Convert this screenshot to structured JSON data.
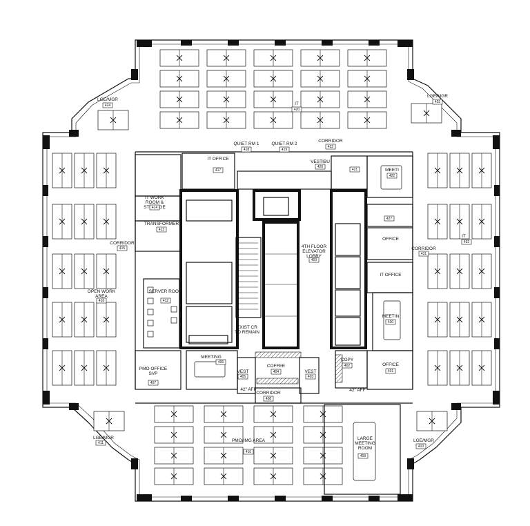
{
  "plan": {
    "rooms": [
      {
        "id": "quiet1",
        "name": "QUIET RM 1",
        "number": "418"
      },
      {
        "id": "quiet2",
        "name": "QUIET RM 2",
        "number": "419"
      },
      {
        "id": "it",
        "name": "IT",
        "number": "420"
      },
      {
        "id": "corridor_top",
        "name": "CORRIDOR",
        "number": "422"
      },
      {
        "id": "lgemgr_tl",
        "name": "LGE/MGR",
        "number": "424"
      },
      {
        "id": "lgemgr_tr",
        "name": "LGE/MGR",
        "number": "425"
      },
      {
        "id": "it_office",
        "name": "IT OFFICE",
        "number": "417"
      },
      {
        "id": "vestibule_top",
        "name": "VESTIBU",
        "number": "420"
      },
      {
        "id": "room_421",
        "name": "",
        "number": "421"
      },
      {
        "id": "meeting_422",
        "name": "MEETI",
        "number": "422"
      },
      {
        "id": "it_workroom",
        "name": "IT WORK ROOM & STORAGE",
        "number": "414"
      },
      {
        "id": "transformer",
        "name": "TRANSFORMER",
        "number": "413"
      },
      {
        "id": "corridor_left",
        "name": "CORRIDOR",
        "number": "415"
      },
      {
        "id": "open_work",
        "name": "OPEN WORK AREA",
        "number": "416"
      },
      {
        "id": "server",
        "name": "SERVER ROOM",
        "number": "412"
      },
      {
        "id": "lobby",
        "name": "4TH FLOOR ELEVATOR LOBBY",
        "number": "400"
      },
      {
        "id": "room_427",
        "name": "",
        "number": "427"
      },
      {
        "id": "office_right",
        "name": "OFFICE",
        "number": ""
      },
      {
        "id": "corridor_right",
        "name": "CORRIDOR",
        "number": "431"
      },
      {
        "id": "it_right",
        "name": "IT",
        "number": "432"
      },
      {
        "id": "it_office_right",
        "name": "IT OFFICE",
        "number": ""
      },
      {
        "id": "meeting_430",
        "name": "MEETIN",
        "number": "430"
      },
      {
        "id": "meeting_406",
        "name": "MEETING",
        "number": "406"
      },
      {
        "id": "exist_cr",
        "name": "EXIST CR TO REMAIN",
        "number": ""
      },
      {
        "id": "coffee",
        "name": "COFFEE",
        "number": "404"
      },
      {
        "id": "vest_l",
        "name": "VEST",
        "number": "405"
      },
      {
        "id": "vest_r",
        "name": "VEST",
        "number": "403"
      },
      {
        "id": "copy",
        "name": "COPY",
        "number": "402"
      },
      {
        "id": "office_401",
        "name": "OFFICE",
        "number": "401"
      },
      {
        "id": "pmo_office",
        "name": "PMO OFFICE SVP",
        "number": "407"
      },
      {
        "id": "corridor_bottom",
        "name": "CORRIDOR",
        "number": "408"
      },
      {
        "id": "pmo_img",
        "name": "PMO/IMG AREA",
        "number": "410"
      },
      {
        "id": "large_meeting",
        "name": "LARGE MEETING ROOM",
        "number": "409"
      },
      {
        "id": "lgemgr_bl",
        "name": "LGE/MGR",
        "number": "411"
      },
      {
        "id": "lgemgr_br",
        "name": "LGE/MGR",
        "number": "410"
      }
    ],
    "notes": [
      {
        "id": "aff_left",
        "text": "42\" AFF"
      },
      {
        "id": "aff_right",
        "text": "42\" AFF"
      }
    ]
  }
}
